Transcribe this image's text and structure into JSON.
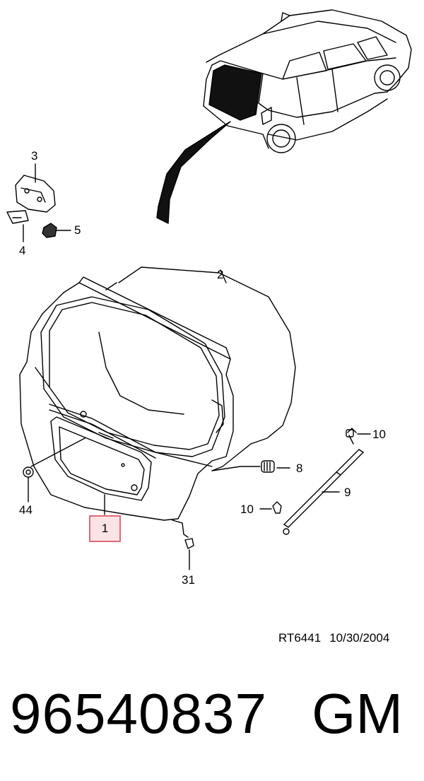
{
  "callouts": {
    "c1": "1",
    "c2": "2",
    "c3": "3",
    "c4": "4",
    "c5": "5",
    "c8": "8",
    "c9": "9",
    "c10a": "10",
    "c10b": "10",
    "c31": "31",
    "c44": "44"
  },
  "reference": {
    "code": "RT6441",
    "date": "10/30/2004"
  },
  "footer": {
    "part_number": "96540837",
    "brand": "GM"
  },
  "colors": {
    "highlight_border": "#e06a78",
    "highlight_fill": "#fbe3e6",
    "line": "#000000"
  }
}
